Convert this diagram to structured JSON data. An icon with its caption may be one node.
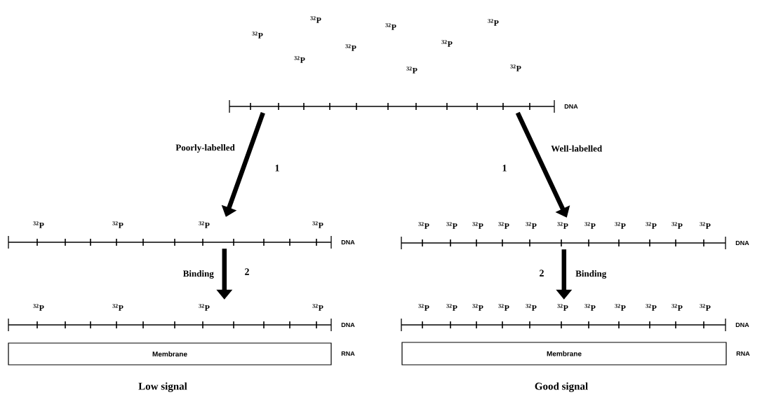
{
  "diagram": {
    "nodes": [
      {
        "text": [],
        "shape": "bar",
        "beside": [
          "DNA"
        ]
      },
      {
        "text": [
          "$^{32}$P",
          "$^{32}$P",
          "$^{32}$P",
          "$^{32}$P"
        ],
        "beside": [
          "DNA"
        ]
      },
      {
        "text": [
          "$^{32}$P",
          "$^{32}$P",
          "$^{32}$P",
          "$^{32}$P",
          "$^{32}$P",
          "$^{32}$P",
          "$^{32}$P",
          "$^{32}$P",
          "$^{32}$P",
          "$^{32}$P",
          "$^{32}$P"
        ],
        "beside": [
          "DNA"
        ]
      },
      {
        "text": [
          "$^{32}$P",
          "$^{32}$P",
          "$^{32}$P",
          "$^{32}$P"
        ],
        "beside": [
          "DNA"
        ]
      },
      {
        "text": [
          "Membrane"
        ],
        "beside": [
          "RNA"
        ]
      },
      {
        "text": [
          "$^{32}$P",
          "$^{32}$P",
          "$^{32}$P",
          "$^{32}$P",
          "$^{32}$P",
          "$^{32}$P",
          "$^{32}$P",
          "$^{32}$P",
          "$^{32}$P",
          "$^{32}$P",
          "$^{32}$P"
        ],
        "beside": [
          "DNA"
        ]
      },
      {
        "text": [
          "Membrane"
        ],
        "beside": [
          "RNA"
        ]
      }
    ],
    "edges": [
      {
        "from": 0,
        "to": 1,
        "arrow": "to",
        "label": "Poorly-labelled"
      },
      {
        "from": 0,
        "to": 2,
        "arrow": "to",
        "label": "Well-labelled"
      },
      {
        "from": 1,
        "to": 3,
        "arrow": "to",
        "label": "Binding"
      },
      {
        "from": 2,
        "to": 5,
        "arrow": "to",
        "label": "Binding"
      }
    ],
    "labels": [
      "$^{32}$P",
      "$^{32}$P",
      "$^{32}$P",
      "$^{32}$P",
      "$^{32}$P",
      "$^{32}$P",
      "$^{32}$P",
      "$^{32}$P",
      "$^{32}$P",
      "1",
      "1",
      "2",
      "2",
      "Low signal",
      "Good signal"
    ]
  }
}
